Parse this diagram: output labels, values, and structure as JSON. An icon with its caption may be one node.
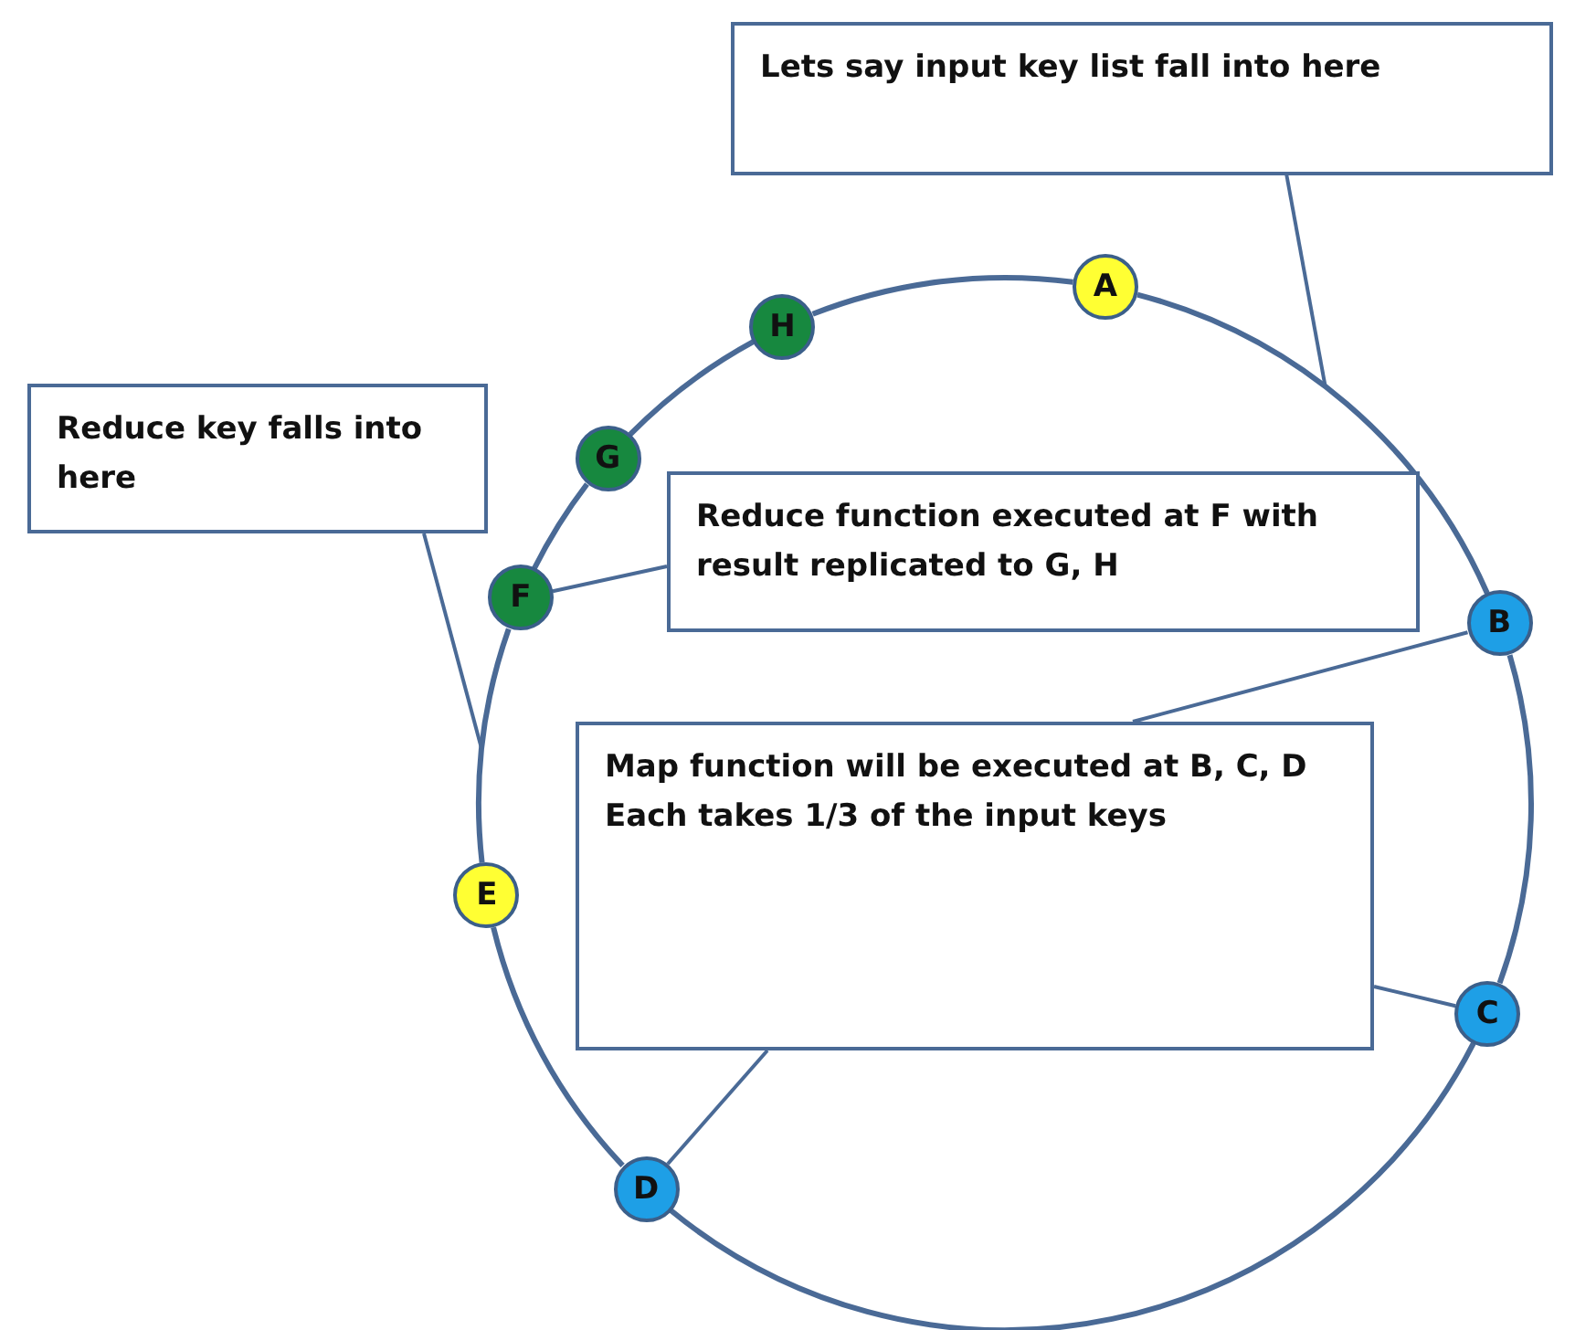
{
  "diagram": {
    "nodes": [
      {
        "text": [
          "Lets say input key list fall into here"
        ]
      },
      {
        "text": [
          "A"
        ]
      },
      {
        "text": [
          "B"
        ]
      },
      {
        "text": [
          "C"
        ]
      },
      {
        "text": [
          "D"
        ]
      },
      {
        "text": [
          "E"
        ]
      },
      {
        "text": [
          "F"
        ]
      },
      {
        "text": [
          "G"
        ]
      },
      {
        "text": [
          "H"
        ]
      },
      {
        "text": [
          "Reduce key falls into here"
        ]
      },
      {
        "text": [
          "Reduce function executed at F with result replicated to G, H"
        ]
      },
      {
        "text": [
          "Map function will be executed at B, C, D",
          "Each takes 1/3 of the input keys"
        ]
      }
    ],
    "edges": [
      {
        "from": 1,
        "to": 2,
        "arrow": "none"
      },
      {
        "from": 2,
        "to": 3,
        "arrow": "none"
      },
      {
        "from": 3,
        "to": 4,
        "arrow": "none"
      },
      {
        "from": 4,
        "to": 5,
        "arrow": "none"
      },
      {
        "from": 5,
        "to": 6,
        "arrow": "none"
      },
      {
        "from": 6,
        "to": 7,
        "arrow": "none"
      },
      {
        "from": 7,
        "to": 8,
        "arrow": "none"
      },
      {
        "from": 8,
        "to": 1,
        "arrow": "none"
      },
      {
        "from": 0,
        "to": null,
        "arrow": "none"
      },
      {
        "from": 9,
        "to": null,
        "arrow": "none"
      },
      {
        "from": 10,
        "to": 6,
        "arrow": "none"
      },
      {
        "from": 11,
        "to": 2,
        "arrow": "none"
      },
      {
        "from": 11,
        "to": 3,
        "arrow": "none"
      },
      {
        "from": 11,
        "to": 4,
        "arrow": "none"
      }
    ]
  }
}
